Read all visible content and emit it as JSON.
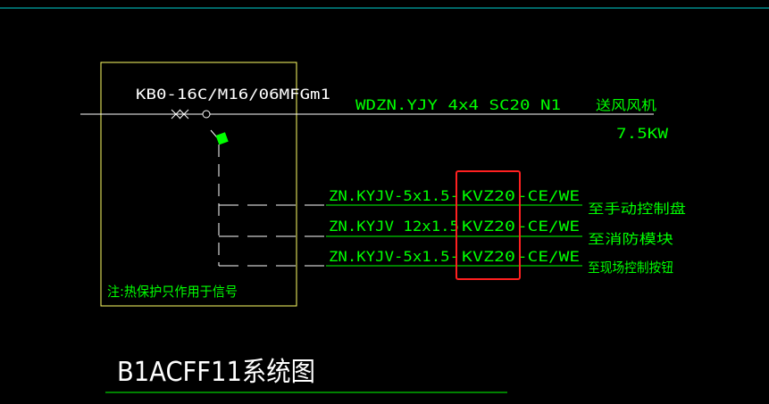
{
  "colors": {
    "background": "#000000",
    "wire": "#ffffff",
    "text_primary": "#00ff00",
    "text_cyan": "#00ffff",
    "box_yellow": "#ffff66",
    "highlight_red": "#ff2020",
    "symbol_green": "#00ff00"
  },
  "breaker_label": "KB0-16C/M16/06MFGm1",
  "main_cable": "WDZN.YJY 4x4  SC20  N1",
  "load": {
    "name": "送风风机",
    "power": "7.5KW"
  },
  "control_lines": [
    {
      "cable_prefix": "ZN.KYJV-5x1.5-",
      "conduit": "KVZ20",
      "cable_suffix": "-CE/WE",
      "destination": "至手动控制盘"
    },
    {
      "cable_prefix": "ZN.KYJV 12x1.5 ",
      "conduit": "KVZ20",
      "cable_suffix": "-CE/WE",
      "destination": "至消防模块"
    },
    {
      "cable_prefix": "ZN.KYJV-5x1.5-",
      "conduit": "KVZ20",
      "cable_suffix": "-CE/WE",
      "destination": "至现场控制按钮"
    }
  ],
  "note": "注:热保护只作用于信号",
  "diagram_title": "B1ACFF11系统图"
}
